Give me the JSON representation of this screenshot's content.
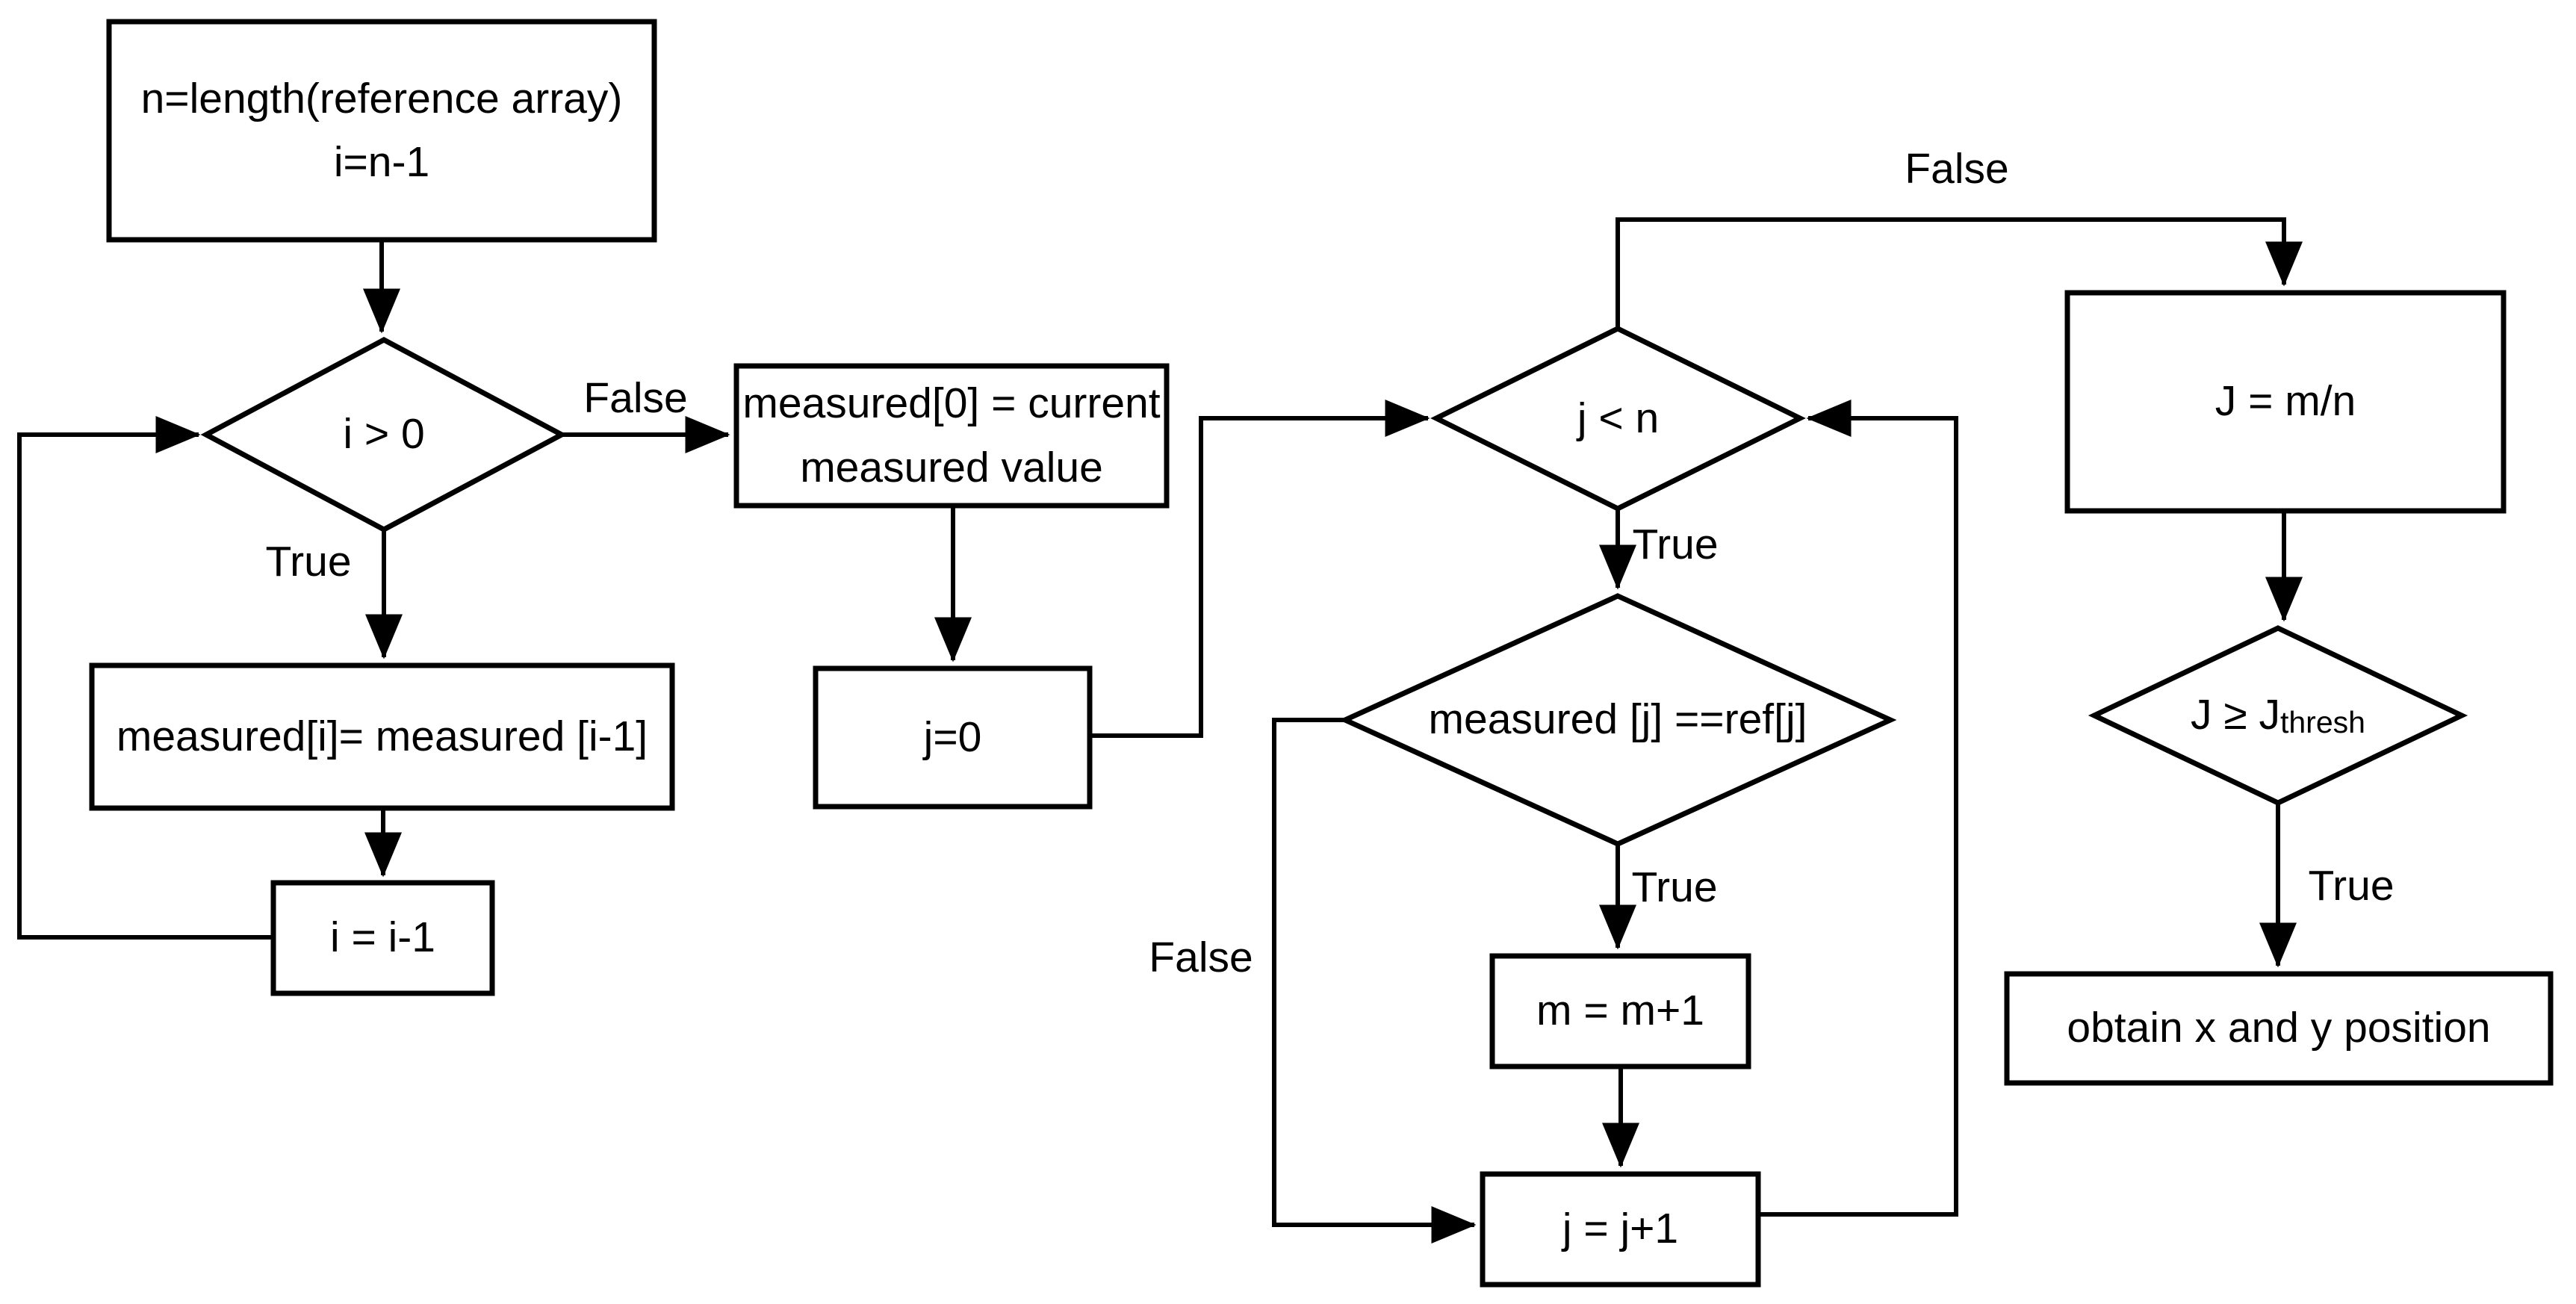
{
  "colors": {
    "background": "#ffffff",
    "line": "#000000",
    "text": "#000000"
  },
  "nodes": [
    {
      "id": "init",
      "type": "process",
      "label": "n=length(reference array)\ni=n-1"
    },
    {
      "id": "check-i",
      "type": "decision",
      "label": "i > 0"
    },
    {
      "id": "shift-measured",
      "type": "process",
      "label": "measured[i]= measured [i-1]"
    },
    {
      "id": "decrement-i",
      "type": "process",
      "label": "i = i-1"
    },
    {
      "id": "store-current",
      "type": "process",
      "label": "measured[0] = current\nmeasured value"
    },
    {
      "id": "init-j",
      "type": "process",
      "label": "j=0"
    },
    {
      "id": "check-j",
      "type": "decision",
      "label": "j < n"
    },
    {
      "id": "compare-ref",
      "type": "decision",
      "label": "measured [j] ==ref[j]"
    },
    {
      "id": "increment-m",
      "type": "process",
      "label": "m = m+1"
    },
    {
      "id": "increment-j",
      "type": "process",
      "label": "j = j+1"
    },
    {
      "id": "compute-J",
      "type": "process",
      "label": "J = m/n"
    },
    {
      "id": "check-threshold",
      "type": "decision",
      "label_main": "J ≥ J",
      "label_sub": "thresh"
    },
    {
      "id": "obtain-position",
      "type": "process",
      "label": "obtain x and y position"
    }
  ],
  "edge_labels": [
    {
      "id": "check-i-false",
      "text": "False"
    },
    {
      "id": "check-i-true",
      "text": "True"
    },
    {
      "id": "check-j-false",
      "text": "False"
    },
    {
      "id": "check-j-true",
      "text": "True"
    },
    {
      "id": "compare-ref-true",
      "text": "True"
    },
    {
      "id": "compare-ref-false",
      "text": "False"
    },
    {
      "id": "check-threshold-true",
      "text": "True"
    }
  ]
}
